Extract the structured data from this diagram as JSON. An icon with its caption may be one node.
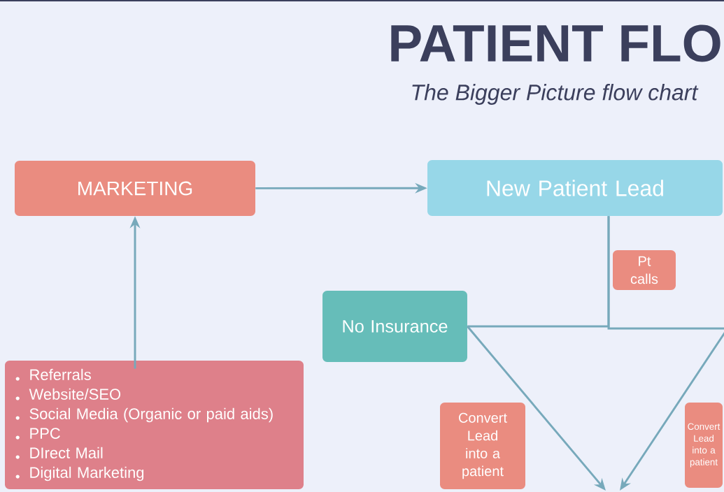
{
  "diagram": {
    "title": "PATIENT FLO",
    "nodes": [
      {
        "text": [
          "MARKETING"
        ]
      },
      {
        "text": [
          "Referrals",
          "Website/SEO",
          "Social Media (Organic or paid aids)",
          "PPC",
          "DIrect Mail",
          "Digital Marketing"
        ]
      },
      {
        "text": [
          "New Patient Lead"
        ]
      },
      {
        "text": [
          "Pt calls"
        ]
      },
      {
        "text": [
          "No Insurance"
        ]
      },
      {
        "text": [
          "Convert Lead into a patient"
        ]
      },
      {
        "text": [
          "Convert Lead into a patient"
        ]
      }
    ],
    "edges": [
      {
        "from": 1,
        "to": 0,
        "arrow": "to"
      },
      {
        "from": 0,
        "to": 2,
        "arrow": "to"
      },
      {
        "from": 2,
        "to": 4,
        "arrow": "none"
      },
      {
        "from": 4,
        "to": null,
        "arrow": "to"
      },
      {
        "from": 2,
        "to": null,
        "arrow": "to"
      }
    ],
    "labels": [
      "The Bigger Picture flow chart"
    ]
  }
}
